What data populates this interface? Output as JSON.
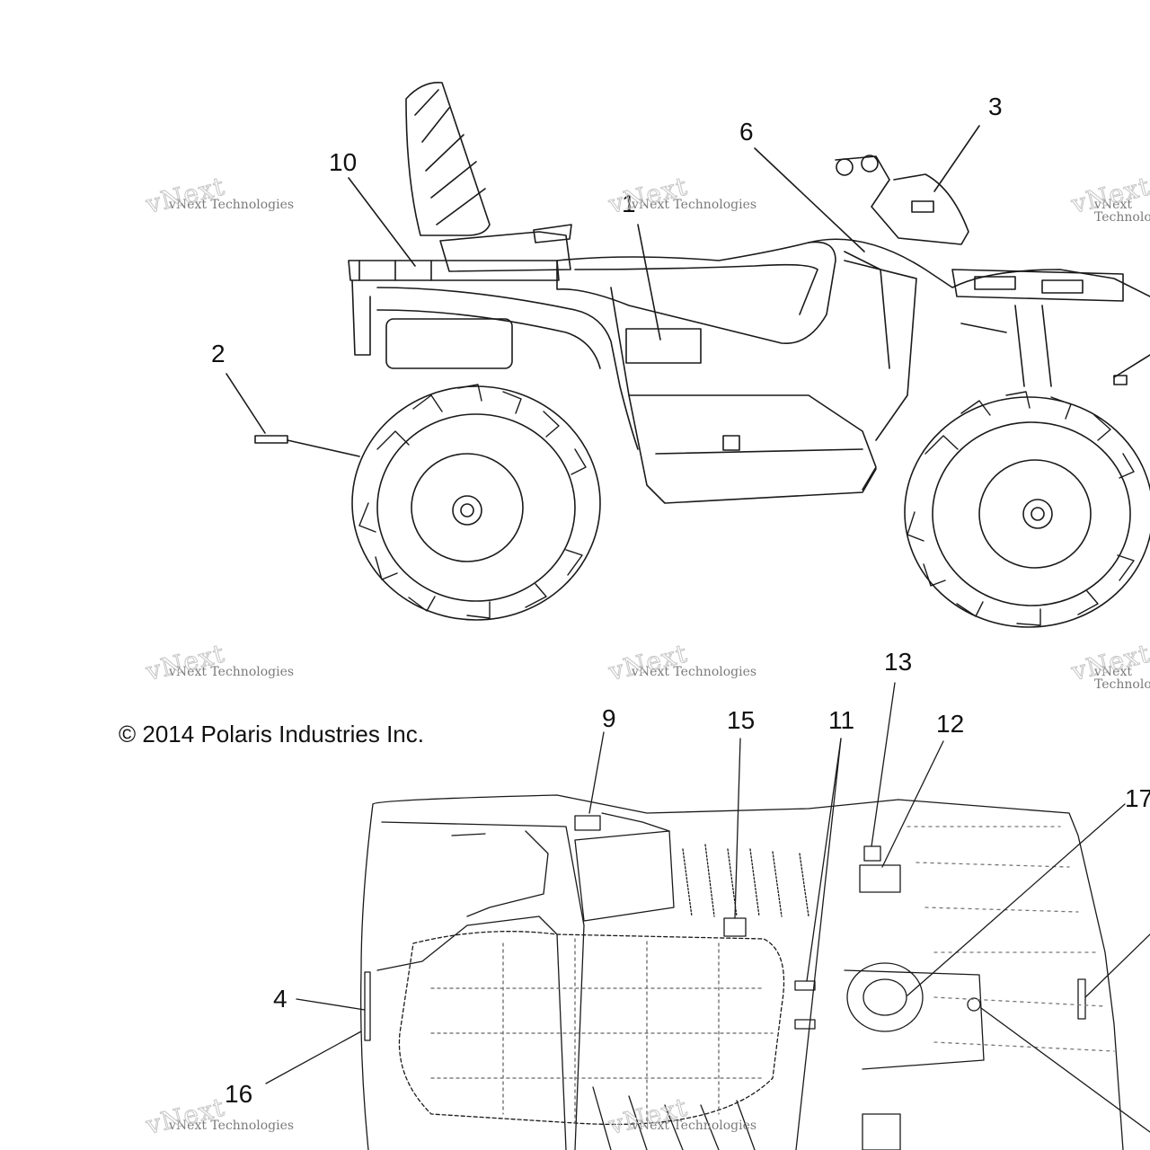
{
  "copyright": "© 2014 Polaris Industries Inc.",
  "watermark": {
    "line1": "vNext Technologies",
    "line2": "vNext",
    "line3": "Technologies"
  },
  "callouts": {
    "c1": "1",
    "c2": "2",
    "c3": "3",
    "c4": "4",
    "c6": "6",
    "c9": "9",
    "c10": "10",
    "c11": "11",
    "c12": "12",
    "c13": "13",
    "c15": "15",
    "c16": "16",
    "c17": "17"
  },
  "colors": {
    "line": "#1a1a1a",
    "watermark": "#c6c6c6"
  }
}
